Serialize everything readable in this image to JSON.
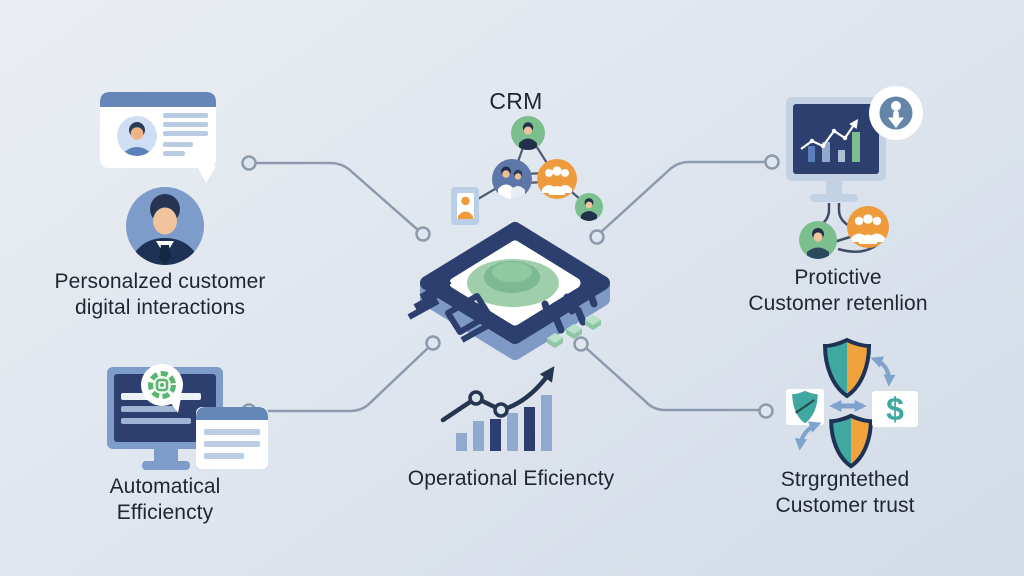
{
  "title": {
    "text": "CRM"
  },
  "labels": {
    "top_left": {
      "line1": "Personalzed customer",
      "line2": "digital interactions"
    },
    "bottom_left": {
      "line1": "Automatical",
      "line2": "Efficiencty"
    },
    "bottom_center": {
      "line1": "Operational Eficiencty"
    },
    "top_right": {
      "line1": "Protictive",
      "line2": "Customer retenlion"
    },
    "bottom_right": {
      "line1": "Strgrgntethed",
      "line2": "Customer trust"
    }
  },
  "trust": {
    "dollar_sign": "$"
  },
  "icons": {
    "profile_card": "profile-card-icon",
    "businessman_avatar": "businessman-avatar",
    "automation_monitor": "automation-monitor-icon",
    "chat_bubble_gear": "gear-bubble-icon",
    "growth_chart": "growth-chart-icon",
    "cpu_chip": "cpu-chip-icon",
    "crm_network": "crm-network-diagram",
    "analytics_monitor": "analytics-monitor-icon",
    "download_badge": "download-person-badge-icon",
    "shields": "shield-icon",
    "dollar": "dollar-icon",
    "gem": "gem-shield-icon"
  },
  "colors": {
    "background_top": "#eaedf3",
    "background_bottom": "#d2dbe8",
    "connector_gray": "#8d99ac",
    "navy": "#2c3f6e",
    "dark_navy": "#1e3256",
    "chip_side_blue": "#7e99c6",
    "light_blue": "#8fa9cf",
    "mid_blue": "#5b7fb8",
    "header_blue": "#6487b8",
    "green": "#7cbf8e",
    "leaf_green": "#9ecfaa",
    "orange": "#ef9b3c",
    "teal": "#3fa8a0",
    "arrow_blue": "#7fa3cc",
    "text": "#1f2630",
    "white": "#ffffff"
  }
}
